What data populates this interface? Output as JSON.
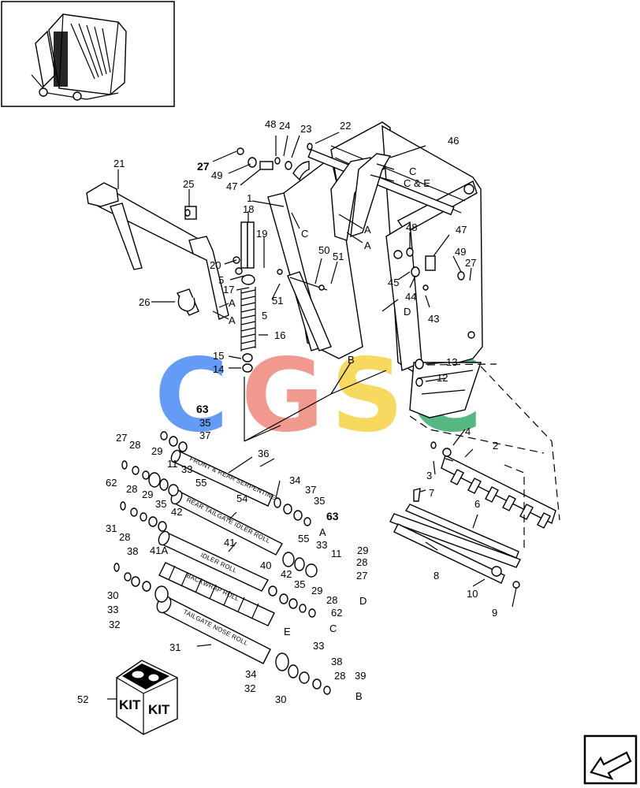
{
  "watermark": {
    "letters": [
      {
        "char": "C",
        "color": "#4f8ef7"
      },
      {
        "char": "G",
        "color": "#f08a80"
      },
      {
        "char": "S",
        "color": "#f6d44a"
      },
      {
        "char": "C",
        "color": "#3fae73"
      }
    ]
  },
  "rolls": {
    "front_rear_serpentine": "FRONT & REAR SERPENTINE",
    "rear_tailgate_idler": "REAR TAILGATE IDLER ROLL",
    "idler": "IDLER ROLL",
    "backwrap": "BACKWRAP ROLL",
    "tailgate_nose": "TAILGATE NOSE ROLL"
  },
  "kit": {
    "left": "KIT",
    "right": "KIT"
  },
  "callouts": [
    {
      "text": "48"
    },
    {
      "text": "24"
    },
    {
      "text": "23"
    },
    {
      "text": "22"
    },
    {
      "text": "46"
    },
    {
      "text": "27"
    },
    {
      "text": "49"
    },
    {
      "text": "47"
    },
    {
      "text": "21"
    },
    {
      "text": "25"
    },
    {
      "text": "1"
    },
    {
      "text": "18"
    },
    {
      "text": "C"
    },
    {
      "text": "C"
    },
    {
      "text": "C & E"
    },
    {
      "text": "A"
    },
    {
      "text": "A"
    },
    {
      "text": "19"
    },
    {
      "text": "20"
    },
    {
      "text": "50"
    },
    {
      "text": "51"
    },
    {
      "text": "48"
    },
    {
      "text": "47"
    },
    {
      "text": "49"
    },
    {
      "text": "27"
    },
    {
      "text": "5"
    },
    {
      "text": "17"
    },
    {
      "text": "26"
    },
    {
      "text": "A"
    },
    {
      "text": "A"
    },
    {
      "text": "5"
    },
    {
      "text": "51"
    },
    {
      "text": "45"
    },
    {
      "text": "44"
    },
    {
      "text": "D"
    },
    {
      "text": "43"
    },
    {
      "text": "16"
    },
    {
      "text": "15"
    },
    {
      "text": "14"
    },
    {
      "text": "B"
    },
    {
      "text": "13"
    },
    {
      "text": "12"
    },
    {
      "text": "63"
    },
    {
      "text": "35"
    },
    {
      "text": "37"
    },
    {
      "text": "27"
    },
    {
      "text": "28"
    },
    {
      "text": "29"
    },
    {
      "text": "36"
    },
    {
      "text": "11"
    },
    {
      "text": "33"
    },
    {
      "text": "55"
    },
    {
      "text": "34"
    },
    {
      "text": "37"
    },
    {
      "text": "35"
    },
    {
      "text": "63"
    },
    {
      "text": "A"
    },
    {
      "text": "62"
    },
    {
      "text": "28"
    },
    {
      "text": "29"
    },
    {
      "text": "35"
    },
    {
      "text": "54"
    },
    {
      "text": "42"
    },
    {
      "text": "41"
    },
    {
      "text": "31"
    },
    {
      "text": "28"
    },
    {
      "text": "38"
    },
    {
      "text": "41A"
    },
    {
      "text": "40"
    },
    {
      "text": "42"
    },
    {
      "text": "55"
    },
    {
      "text": "33"
    },
    {
      "text": "11"
    },
    {
      "text": "29"
    },
    {
      "text": "28"
    },
    {
      "text": "27"
    },
    {
      "text": "D"
    },
    {
      "text": "35"
    },
    {
      "text": "29"
    },
    {
      "text": "28"
    },
    {
      "text": "62"
    },
    {
      "text": "C"
    },
    {
      "text": "30"
    },
    {
      "text": "33"
    },
    {
      "text": "32"
    },
    {
      "text": "E"
    },
    {
      "text": "31"
    },
    {
      "text": "33"
    },
    {
      "text": "34"
    },
    {
      "text": "38"
    },
    {
      "text": "32"
    },
    {
      "text": "28"
    },
    {
      "text": "39"
    },
    {
      "text": "30"
    },
    {
      "text": "B"
    },
    {
      "text": "52"
    },
    {
      "text": "4"
    },
    {
      "text": "2"
    },
    {
      "text": "3"
    },
    {
      "text": "7"
    },
    {
      "text": "6"
    },
    {
      "text": "8"
    },
    {
      "text": "10"
    },
    {
      "text": "9"
    }
  ]
}
